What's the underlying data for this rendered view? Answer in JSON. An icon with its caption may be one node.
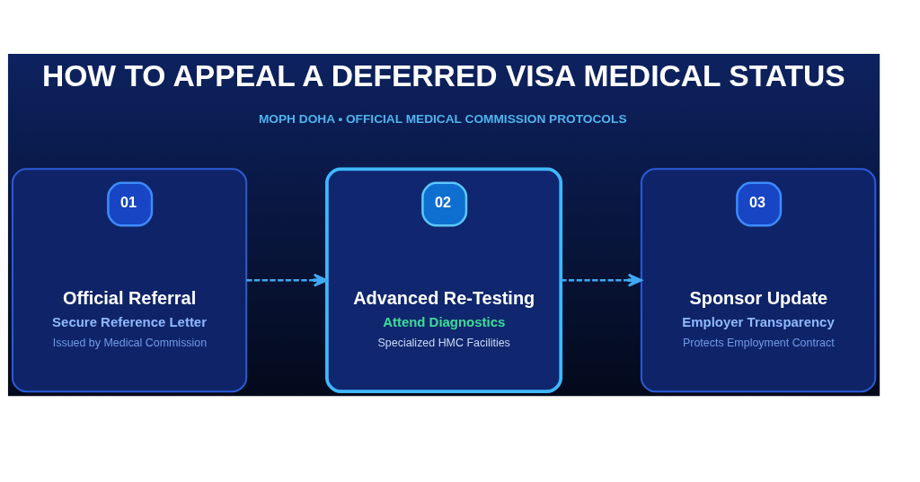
{
  "diagram": {
    "title": "HOW TO APPEAL A DEFERRED VISA MEDICAL STATUS",
    "nodes": [
      {
        "text": [
          "01",
          "Official Referral",
          "Secure Reference Letter",
          "Issued by Medical Commission"
        ]
      },
      {
        "text": [
          "02",
          "Advanced Re-Testing",
          "Attend Diagnostics",
          "Specialized HMC Facilities"
        ]
      },
      {
        "text": [
          "03",
          "Sponsor Update",
          "Employer Transparency",
          "Protects Employment Contract"
        ]
      }
    ],
    "edges": [
      {
        "from": 0,
        "to": 1,
        "arrow": "to",
        "style": "dashed"
      },
      {
        "from": 1,
        "to": 2,
        "arrow": "to",
        "style": "dashed"
      }
    ],
    "labels": [
      "MOPH DOHA • OFFICIAL MEDICAL COMMISSION PROTOCOLS"
    ]
  }
}
